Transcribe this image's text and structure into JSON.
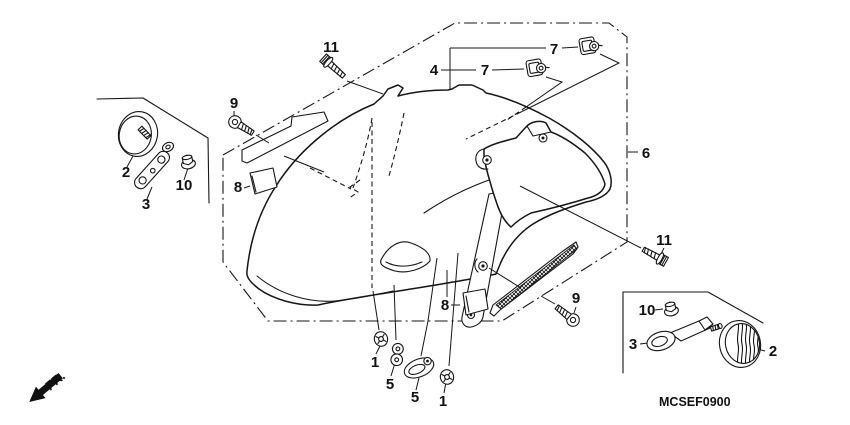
{
  "diagram": {
    "code": "MCSEF0900",
    "direction_label": "FR.",
    "colors": {
      "line": "#161616",
      "background": "#ffffff"
    },
    "callouts": [
      {
        "ref": "flange-bolt-top",
        "label": "11"
      },
      {
        "ref": "pan-bolt-upper",
        "label": "9"
      },
      {
        "ref": "reflector-left",
        "label": "2"
      },
      {
        "ref": "bracket-left",
        "label": "3"
      },
      {
        "ref": "nut-left",
        "label": "10"
      },
      {
        "ref": "pad-upper",
        "label": "8"
      },
      {
        "ref": "fender-b",
        "label": "4"
      },
      {
        "ref": "clip-nut-inner",
        "label": "7"
      },
      {
        "ref": "clip-nut-outer",
        "label": "7"
      },
      {
        "ref": "fender-assembly",
        "label": "6"
      },
      {
        "ref": "flange-bolt-right",
        "label": "11"
      },
      {
        "ref": "pan-bolt-lower",
        "label": "9"
      },
      {
        "ref": "pad-lower",
        "label": "8"
      },
      {
        "ref": "nut-right",
        "label": "10"
      },
      {
        "ref": "bracket-right",
        "label": "3"
      },
      {
        "ref": "reflector-right",
        "label": "2"
      },
      {
        "ref": "collar-left",
        "label": "1"
      },
      {
        "ref": "rubber-small",
        "label": "5"
      },
      {
        "ref": "rubber-large",
        "label": "5"
      },
      {
        "ref": "collar-right",
        "label": "1"
      }
    ]
  }
}
